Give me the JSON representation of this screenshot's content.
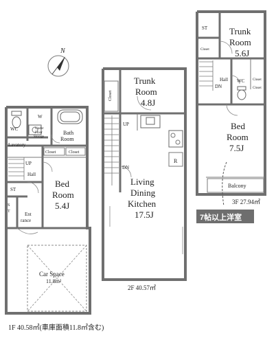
{
  "compass": {
    "label": "N"
  },
  "floor1": {
    "rooms": {
      "wc": "WC",
      "w": "W",
      "under_floor": "Under",
      "under_floor2": "Floor",
      "under_floor3": "Storage",
      "bath": "Bath",
      "bath2": "Room",
      "lavatory": "Lavatory",
      "closet_a": "Closet",
      "closet_b": "Closet",
      "up": "UP",
      "hall": "Hall",
      "st": "ST",
      "s": "S",
      "t": "T",
      "ent": "Ent",
      "rance": "rance",
      "bed_l1": "Bed",
      "bed_l2": "Room",
      "bed_size": "5.4J",
      "car_l1": "Car Space",
      "car_size": "11.8m²"
    },
    "caption": "1F 40.58㎡(車庫面積11.8㎡含む)"
  },
  "floor2": {
    "rooms": {
      "trunk_l1": "Trunk",
      "trunk_l2": "Room",
      "trunk_size": "4.8J",
      "closet": "Closet",
      "up": "UP",
      "dn": "DN",
      "r": "R",
      "ldk_l1": "Living",
      "ldk_l2": "Dining",
      "ldk_l3": "Kitchen",
      "ldk_size": "17.5J"
    },
    "caption": "2F 40.57㎡"
  },
  "floor3": {
    "rooms": {
      "st": "ST",
      "closet_a": "Closet",
      "trunk_l1": "Trunk",
      "trunk_l2": "Room",
      "trunk_size": "5.6J",
      "hall": "Hall",
      "dn": "DN",
      "wc": "WC",
      "closet_b": "Closet",
      "closet_c": "Closet",
      "bed_l1": "Bed",
      "bed_l2": "Room",
      "bed_size": "7.5J",
      "balcony": "Balcony"
    },
    "caption": "3F 27.94㎡"
  },
  "callout": {
    "label": "7帖以上洋室",
    "color": "#6e6e6e"
  }
}
